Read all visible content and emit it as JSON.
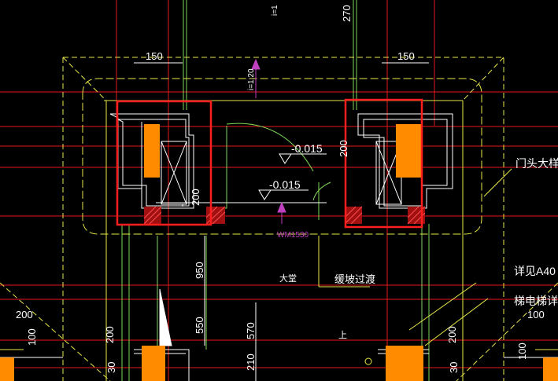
{
  "drawing": {
    "background": "#000000",
    "colors": {
      "red": "#e5191c",
      "yellow": "#e8e84a",
      "green": "#7ed957",
      "white": "#ffffff",
      "orange": "#ff8c00",
      "magenta": "#c040c0",
      "highlight_box": "#ff1e1e"
    },
    "dimensions": {
      "top_left_150": "150",
      "top_right_150": "150",
      "top_270": "270",
      "slope_top": "i=1",
      "slope_mid": "i=1:20",
      "right_200": "200",
      "left_200_vertical": "200",
      "v_950": "950",
      "v_550": "550",
      "v_570": "570",
      "v_210": "210",
      "v_30_left": "30",
      "v_30_right": "30",
      "v_200_bottom_left": "200",
      "v_200_bottom_right": "200",
      "h_200_far_left": "200",
      "v_100_far_left": "100",
      "h_100_far_right": "100",
      "v_100_far_right": "100"
    },
    "labels": {
      "level_1": "-0.015",
      "level_2": "-0.015",
      "door_tag": "WM1530",
      "hall": "大堂",
      "slope_transition": "缓坡过渡",
      "up_mark": "上",
      "door_detail": "门头大样图",
      "see_a40": "详见A40",
      "elevator_detail": "梯电梯详图"
    },
    "highlights": {
      "left_box": "left-column-highlight",
      "right_box": "right-column-highlight"
    }
  }
}
